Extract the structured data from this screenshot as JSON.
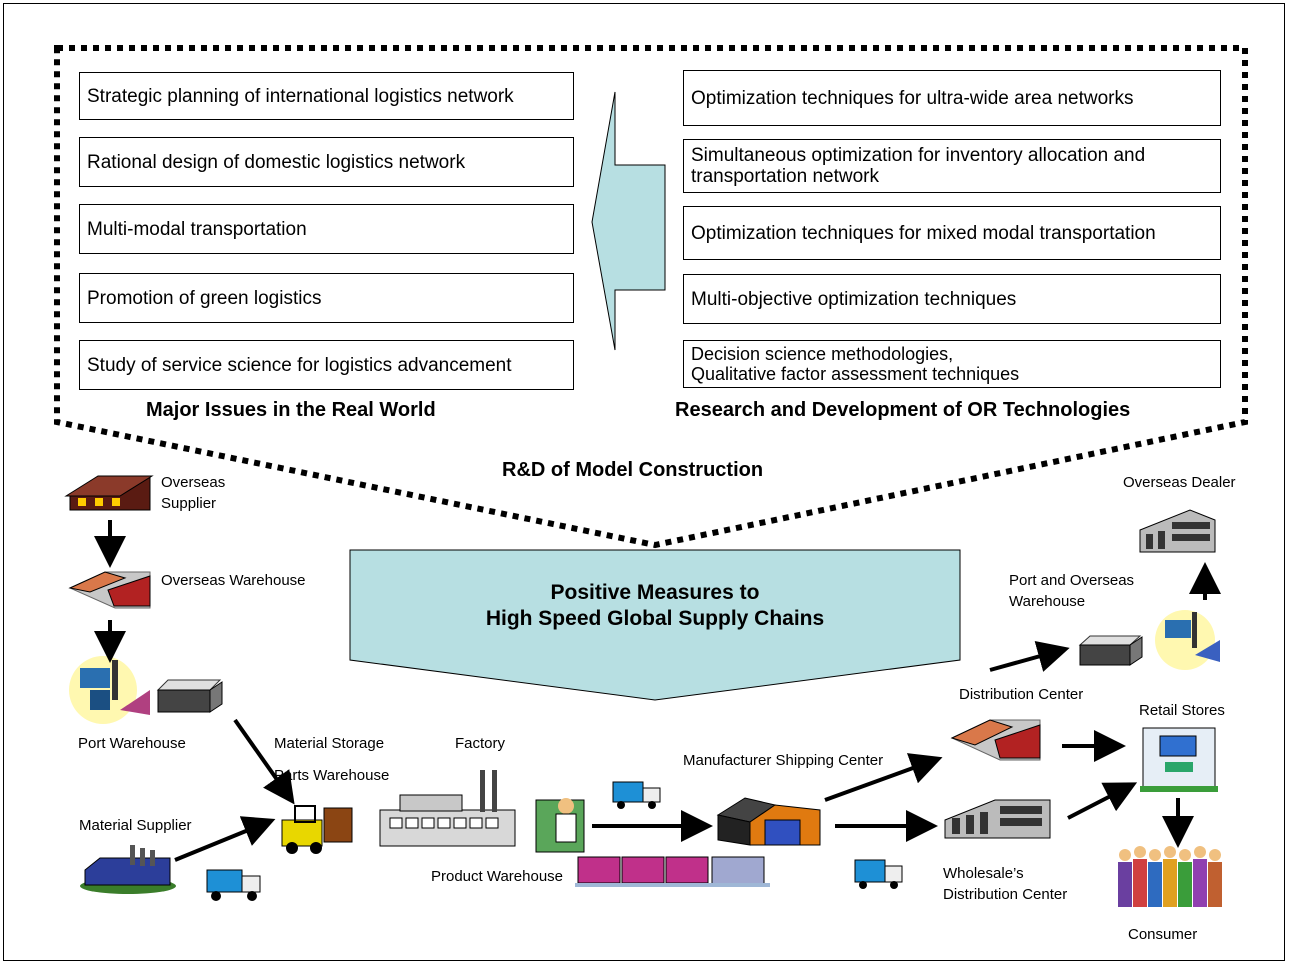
{
  "issues": {
    "heading": "Major Issues in the Real World",
    "items": [
      "Strategic planning of international logistics network",
      "Rational design of domestic logistics network",
      "Multi-modal transportation",
      "Promotion of green logistics",
      "Study of service science for logistics advancement"
    ]
  },
  "research": {
    "heading": "Research and Development of OR Technologies",
    "items": [
      {
        "line1": "Optimization techniques for ultra-wide area networks",
        "line2": ""
      },
      {
        "line1": "Simultaneous optimization for inventory allocation and",
        "line2": "transportation network"
      },
      {
        "line1": "Optimization techniques for mixed modal transportation",
        "line2": ""
      },
      {
        "line1": "Multi-objective optimization techniques",
        "line2": ""
      },
      {
        "line1": "Decision science methodologies,",
        "line2": "Qualitative factor assessment techniques"
      }
    ]
  },
  "model_title": "R&D of Model Construction",
  "center": {
    "line1": "Positive Measures to",
    "line2": "High Speed  Global Supply Chains"
  },
  "nodes": {
    "overseas_supplier": {
      "line1": "Overseas",
      "line2": "Supplier"
    },
    "overseas_warehouse": "Overseas Warehouse",
    "port_warehouse": "Port Warehouse",
    "material_storage": "Material Storage",
    "parts_warehouse": "Parts Warehouse",
    "factory": "Factory",
    "material_supplier": "Material Supplier",
    "product_warehouse": "Product Warehouse",
    "manufacturer_shipping_center": "Manufacturer Shipping Center",
    "distribution_center": "Distribution Center",
    "port_overseas_warehouse": {
      "line1": "Port and Overseas",
      "line2": "Warehouse"
    },
    "overseas_dealer": "Overseas Dealer",
    "retail_stores": "Retail Stores",
    "wholesale_dc": {
      "line1": "Wholesale’s",
      "line2": "Distribution Center"
    },
    "consumer": "Consumer"
  },
  "colors": {
    "accent_fill": "#b7dfe2",
    "frame": "#000000"
  }
}
